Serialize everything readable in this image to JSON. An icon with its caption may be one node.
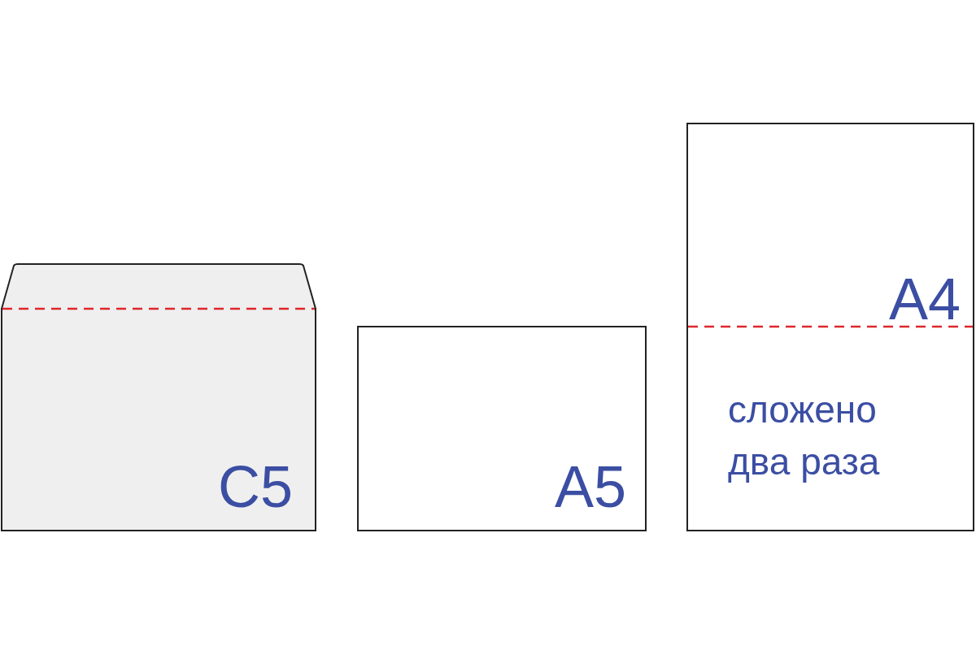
{
  "diagram": {
    "nodes": [
      {
        "text": [
          "C5"
        ]
      },
      {
        "text": [
          "A5"
        ]
      },
      {
        "text": [
          "A4",
          "сложено два раза"
        ]
      }
    ]
  }
}
